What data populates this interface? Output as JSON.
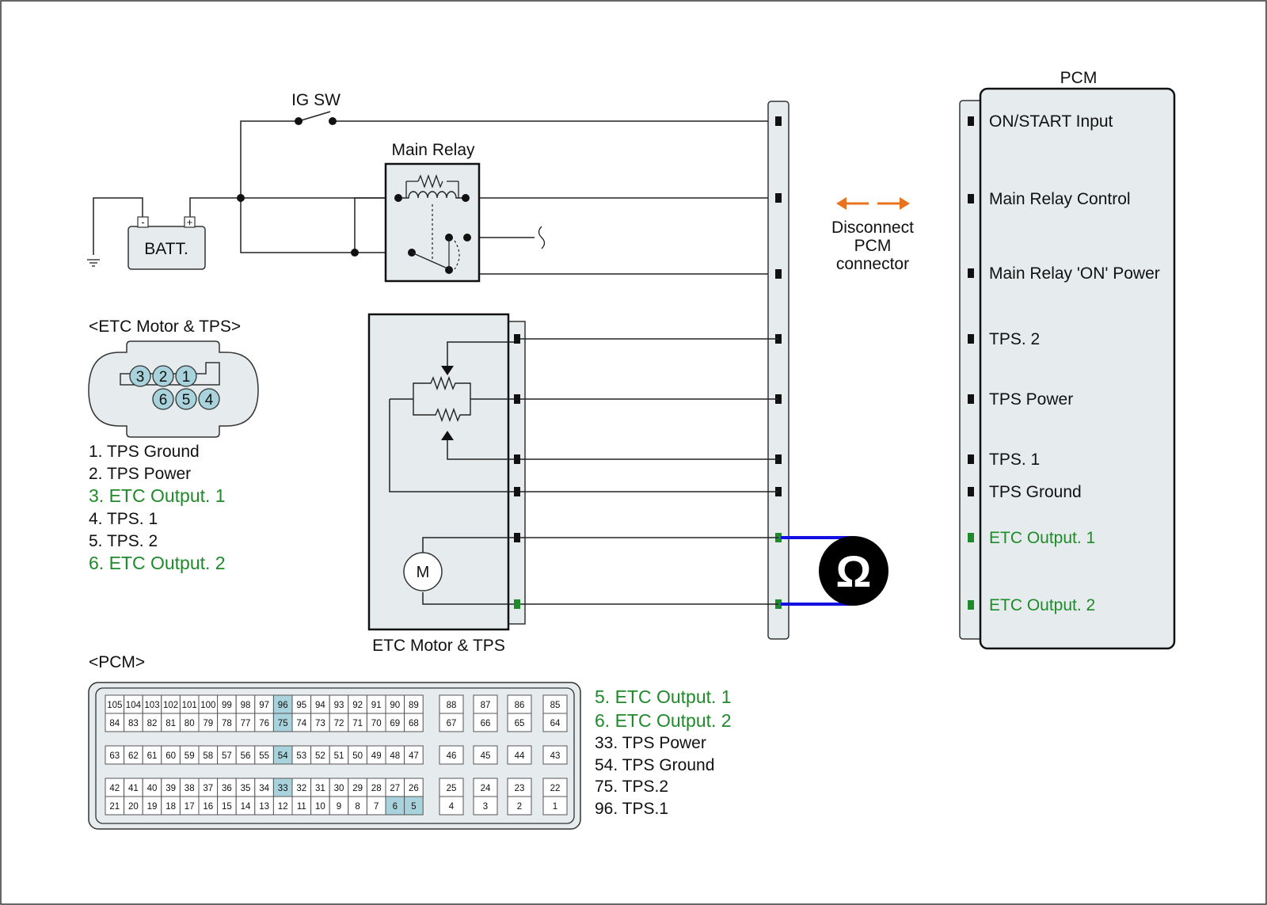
{
  "labels": {
    "ig_sw": "IG SW",
    "main_relay": "Main Relay",
    "batt": "BATT.",
    "batt_minus": "-",
    "batt_plus": "+",
    "pcm_title": "PCM",
    "disconnect_line1": "Disconnect",
    "disconnect_line2": "PCM",
    "disconnect_line3": "connector",
    "etc_box_caption": "ETC Motor & TPS",
    "motor": "M",
    "ohm": "Ω",
    "etc_connector_title": "<ETC Motor & TPS>",
    "pcm_connector_title": "<PCM>"
  },
  "pcm_pins": [
    {
      "label": "ON/START Input",
      "color": "#111111"
    },
    {
      "label": "Main Relay Control",
      "color": "#111111"
    },
    {
      "label": "Main Relay 'ON' Power",
      "color": "#111111"
    },
    {
      "label": "TPS. 2",
      "color": "#111111"
    },
    {
      "label": "TPS Power",
      "color": "#111111"
    },
    {
      "label": "TPS. 1",
      "color": "#111111"
    },
    {
      "label": "TPS Ground",
      "color": "#111111"
    },
    {
      "label": "ETC Output. 1",
      "color": "#1e8a2a"
    },
    {
      "label": "ETC Output. 2",
      "color": "#1e8a2a"
    }
  ],
  "etc_connector": {
    "pins_top": [
      "3",
      "2",
      "1"
    ],
    "pins_bottom": [
      "6",
      "5",
      "4"
    ],
    "legend": [
      {
        "text": "1. TPS Ground",
        "highlight": false
      },
      {
        "text": "2. TPS Power",
        "highlight": false
      },
      {
        "text": "3. ETC Output. 1",
        "highlight": true
      },
      {
        "text": "4. TPS. 1",
        "highlight": false
      },
      {
        "text": "5. TPS. 2",
        "highlight": false
      },
      {
        "text": "6. ETC Output. 2",
        "highlight": true
      }
    ]
  },
  "pcm_connector": {
    "group_a_rows": [
      [
        "105",
        "104",
        "103",
        "102",
        "101",
        "100",
        "99",
        "98",
        "97",
        "96",
        "95",
        "94",
        "93",
        "92",
        "91",
        "90",
        "89"
      ],
      [
        "84",
        "83",
        "82",
        "81",
        "80",
        "79",
        "78",
        "77",
        "76",
        "75",
        "74",
        "73",
        "72",
        "71",
        "70",
        "69",
        "68"
      ]
    ],
    "group_a_singles": [
      [
        "88",
        "87",
        "86",
        "85"
      ],
      [
        "67",
        "66",
        "65",
        "64"
      ]
    ],
    "group_b_row": [
      "63",
      "62",
      "61",
      "60",
      "59",
      "58",
      "57",
      "56",
      "55",
      "54",
      "53",
      "52",
      "51",
      "50",
      "49",
      "48",
      "47"
    ],
    "group_b_singles": [
      "46",
      "45",
      "44",
      "43"
    ],
    "group_c_rows": [
      [
        "42",
        "41",
        "40",
        "39",
        "38",
        "37",
        "36",
        "35",
        "34",
        "33",
        "32",
        "31",
        "30",
        "29",
        "28",
        "27",
        "26"
      ],
      [
        "21",
        "20",
        "19",
        "18",
        "17",
        "16",
        "15",
        "14",
        "13",
        "12",
        "11",
        "10",
        "9",
        "8",
        "7",
        "6",
        "5"
      ]
    ],
    "group_c_singles": [
      [
        "25",
        "24",
        "23",
        "22"
      ],
      [
        "4",
        "3",
        "2",
        "1"
      ]
    ],
    "highlighted": [
      "96",
      "75",
      "54",
      "33",
      "6",
      "5"
    ],
    "legend": [
      {
        "text": "5. ETC Output. 1",
        "highlight": true
      },
      {
        "text": "6. ETC Output. 2",
        "highlight": true
      },
      {
        "text": "33. TPS Power",
        "highlight": false
      },
      {
        "text": "54. TPS Ground",
        "highlight": false
      },
      {
        "text": "75. TPS.2",
        "highlight": false
      },
      {
        "text": "96. TPS.1",
        "highlight": false
      }
    ]
  },
  "colors": {
    "panel_fill": "#e6eced",
    "pin_highlight": "#a8d3dc",
    "green": "#1e8a2a",
    "orange": "#e8731e",
    "meter_lead": "#1010e0",
    "wire": "#222222"
  }
}
